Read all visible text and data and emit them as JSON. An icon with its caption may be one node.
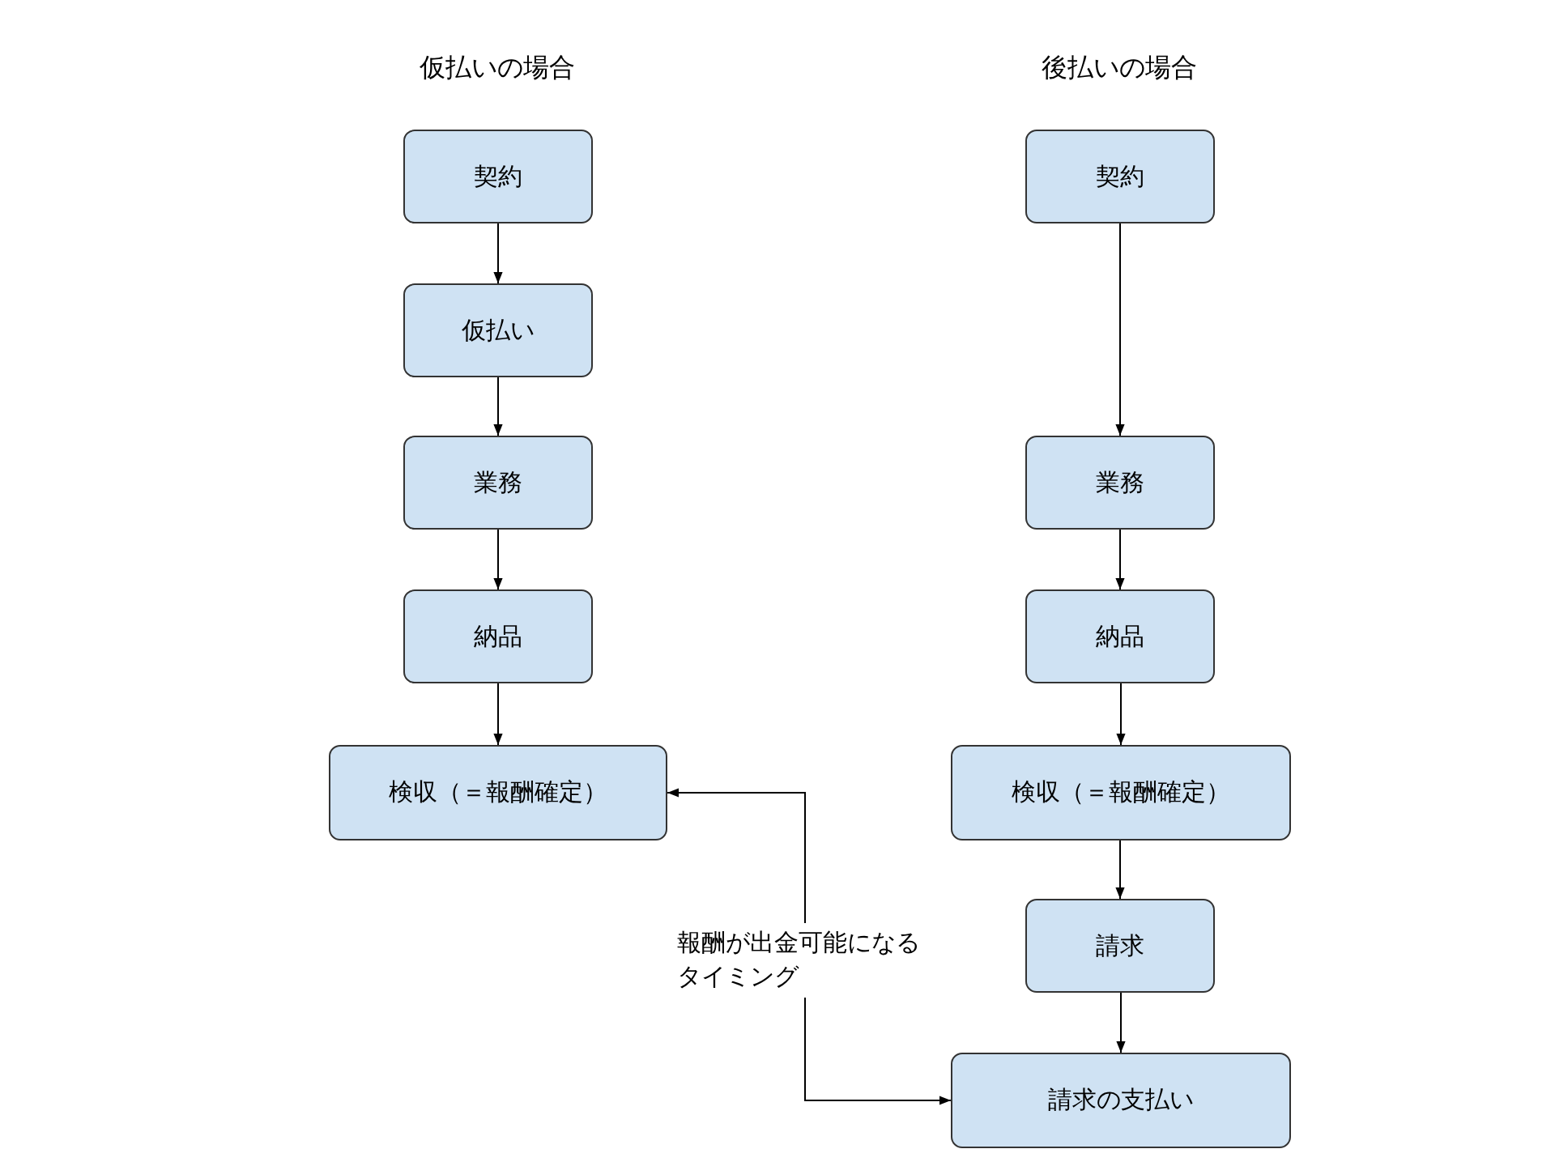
{
  "diagram": {
    "nodes": [
      {
        "text": [
          "契約"
        ]
      },
      {
        "text": [
          "仮払い"
        ]
      },
      {
        "text": [
          "業務"
        ]
      },
      {
        "text": [
          "納品"
        ]
      },
      {
        "text": [
          "検収（＝報酬確定）"
        ]
      },
      {
        "text": [
          "契約"
        ]
      },
      {
        "text": [
          "業務"
        ]
      },
      {
        "text": [
          "納品"
        ]
      },
      {
        "text": [
          "検収（＝報酬確定）"
        ]
      },
      {
        "text": [
          "請求"
        ]
      },
      {
        "text": [
          "請求の支払い"
        ]
      }
    ],
    "edges": [
      {
        "from": 0,
        "to": 1,
        "arrow": "to"
      },
      {
        "from": 1,
        "to": 2,
        "arrow": "to"
      },
      {
        "from": 2,
        "to": 3,
        "arrow": "to"
      },
      {
        "from": 3,
        "to": 4,
        "arrow": "to"
      },
      {
        "from": 5,
        "to": 6,
        "arrow": "to"
      },
      {
        "from": 6,
        "to": 7,
        "arrow": "to"
      },
      {
        "from": 7,
        "to": 8,
        "arrow": "to"
      },
      {
        "from": 8,
        "to": 9,
        "arrow": "to"
      },
      {
        "from": 9,
        "to": 10,
        "arrow": "to"
      },
      {
        "from": 4,
        "to": 10,
        "arrow": "both",
        "label": "報酬が出金可能になるタイミング"
      }
    ],
    "labels": [
      "仮払いの場合",
      "後払いの場合"
    ]
  }
}
